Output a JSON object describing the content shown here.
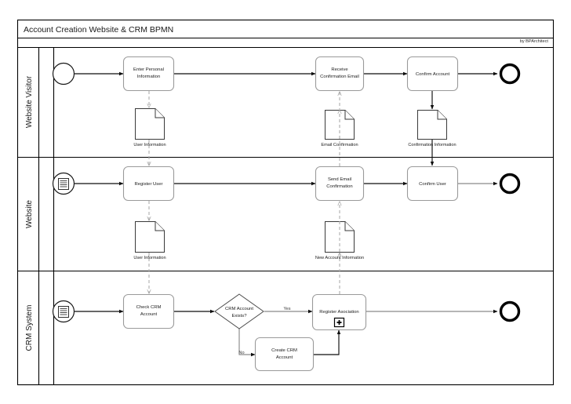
{
  "diagram": {
    "title": "Account Creation Website & CRM BPMN",
    "credit": "by BPArchitect",
    "type": "bpmn-collaboration-diagram"
  },
  "lanes": [
    {
      "id": "lane-website-visitor",
      "label": "Website Visitor"
    },
    {
      "id": "lane-website",
      "label": "Website"
    },
    {
      "id": "lane-crm-system",
      "label": "CRM System"
    }
  ],
  "events": [
    {
      "id": "start-visitor",
      "kind": "start-event-none",
      "lane": "Website Visitor"
    },
    {
      "id": "end-visitor",
      "kind": "end-event-none",
      "lane": "Website Visitor"
    },
    {
      "id": "start-website",
      "kind": "start-event-rule",
      "lane": "Website"
    },
    {
      "id": "end-website",
      "kind": "end-event-none",
      "lane": "Website"
    },
    {
      "id": "start-crm",
      "kind": "start-event-rule",
      "lane": "CRM System"
    },
    {
      "id": "end-crm",
      "kind": "end-event-none",
      "lane": "CRM System"
    }
  ],
  "tasks": [
    {
      "id": "task-enter-personal-information",
      "label_line1": "Enter Personal",
      "label_line2": "Information",
      "lane": "Website Visitor"
    },
    {
      "id": "task-receive-confirmation-email",
      "label_line1": "Receive",
      "label_line2": "Confirmation Email",
      "lane": "Website Visitor"
    },
    {
      "id": "task-confirm-account",
      "label_line1": "Confirm Account",
      "label_line2": "",
      "lane": "Website Visitor"
    },
    {
      "id": "task-register-user",
      "label_line1": "Register User",
      "label_line2": "",
      "lane": "Website"
    },
    {
      "id": "task-send-email-confirmation",
      "label_line1": "Send Email",
      "label_line2": "Confirmation",
      "lane": "Website"
    },
    {
      "id": "task-confirm-user",
      "label_line1": "Confirm User",
      "label_line2": "",
      "lane": "Website"
    },
    {
      "id": "task-check-crm-account",
      "label_line1": "Check CRM",
      "label_line2": "Account",
      "lane": "CRM System"
    },
    {
      "id": "task-register-asociation",
      "label_line1": "Register Asociation",
      "label_line2": "",
      "lane": "CRM System",
      "marker": "collapsed-subprocess"
    },
    {
      "id": "task-create-crm-account",
      "label_line1": "Create CRM",
      "label_line2": "Account",
      "lane": "CRM System"
    }
  ],
  "gateways": [
    {
      "id": "gateway-crm-account-exists",
      "label_line1": "CRM Account",
      "label_line2": "Exists?",
      "lane": "CRM System",
      "kind": "exclusive"
    }
  ],
  "data_objects": [
    {
      "id": "data-user-information-visitor",
      "label": "User Information",
      "lane": "Website Visitor"
    },
    {
      "id": "data-email-confirmation",
      "label": "Email Confirmation",
      "lane": "Website Visitor"
    },
    {
      "id": "data-confirmation-information",
      "label": "Confirmation Information",
      "lane": "Website Visitor"
    },
    {
      "id": "data-user-information-website",
      "label": "User Information",
      "lane": "Website"
    },
    {
      "id": "data-new-account-information",
      "label": "New Account Information",
      "lane": "Website"
    }
  ],
  "flow_labels": {
    "yes": "Yes",
    "no": "No"
  },
  "colors": {
    "background": "#ffffff",
    "frame": "#000000",
    "task_border": "#9a9a9a",
    "sequence_flow": "#0d0d0d",
    "association_flow": "#a8a8a8",
    "text": "#1a1a1a"
  }
}
